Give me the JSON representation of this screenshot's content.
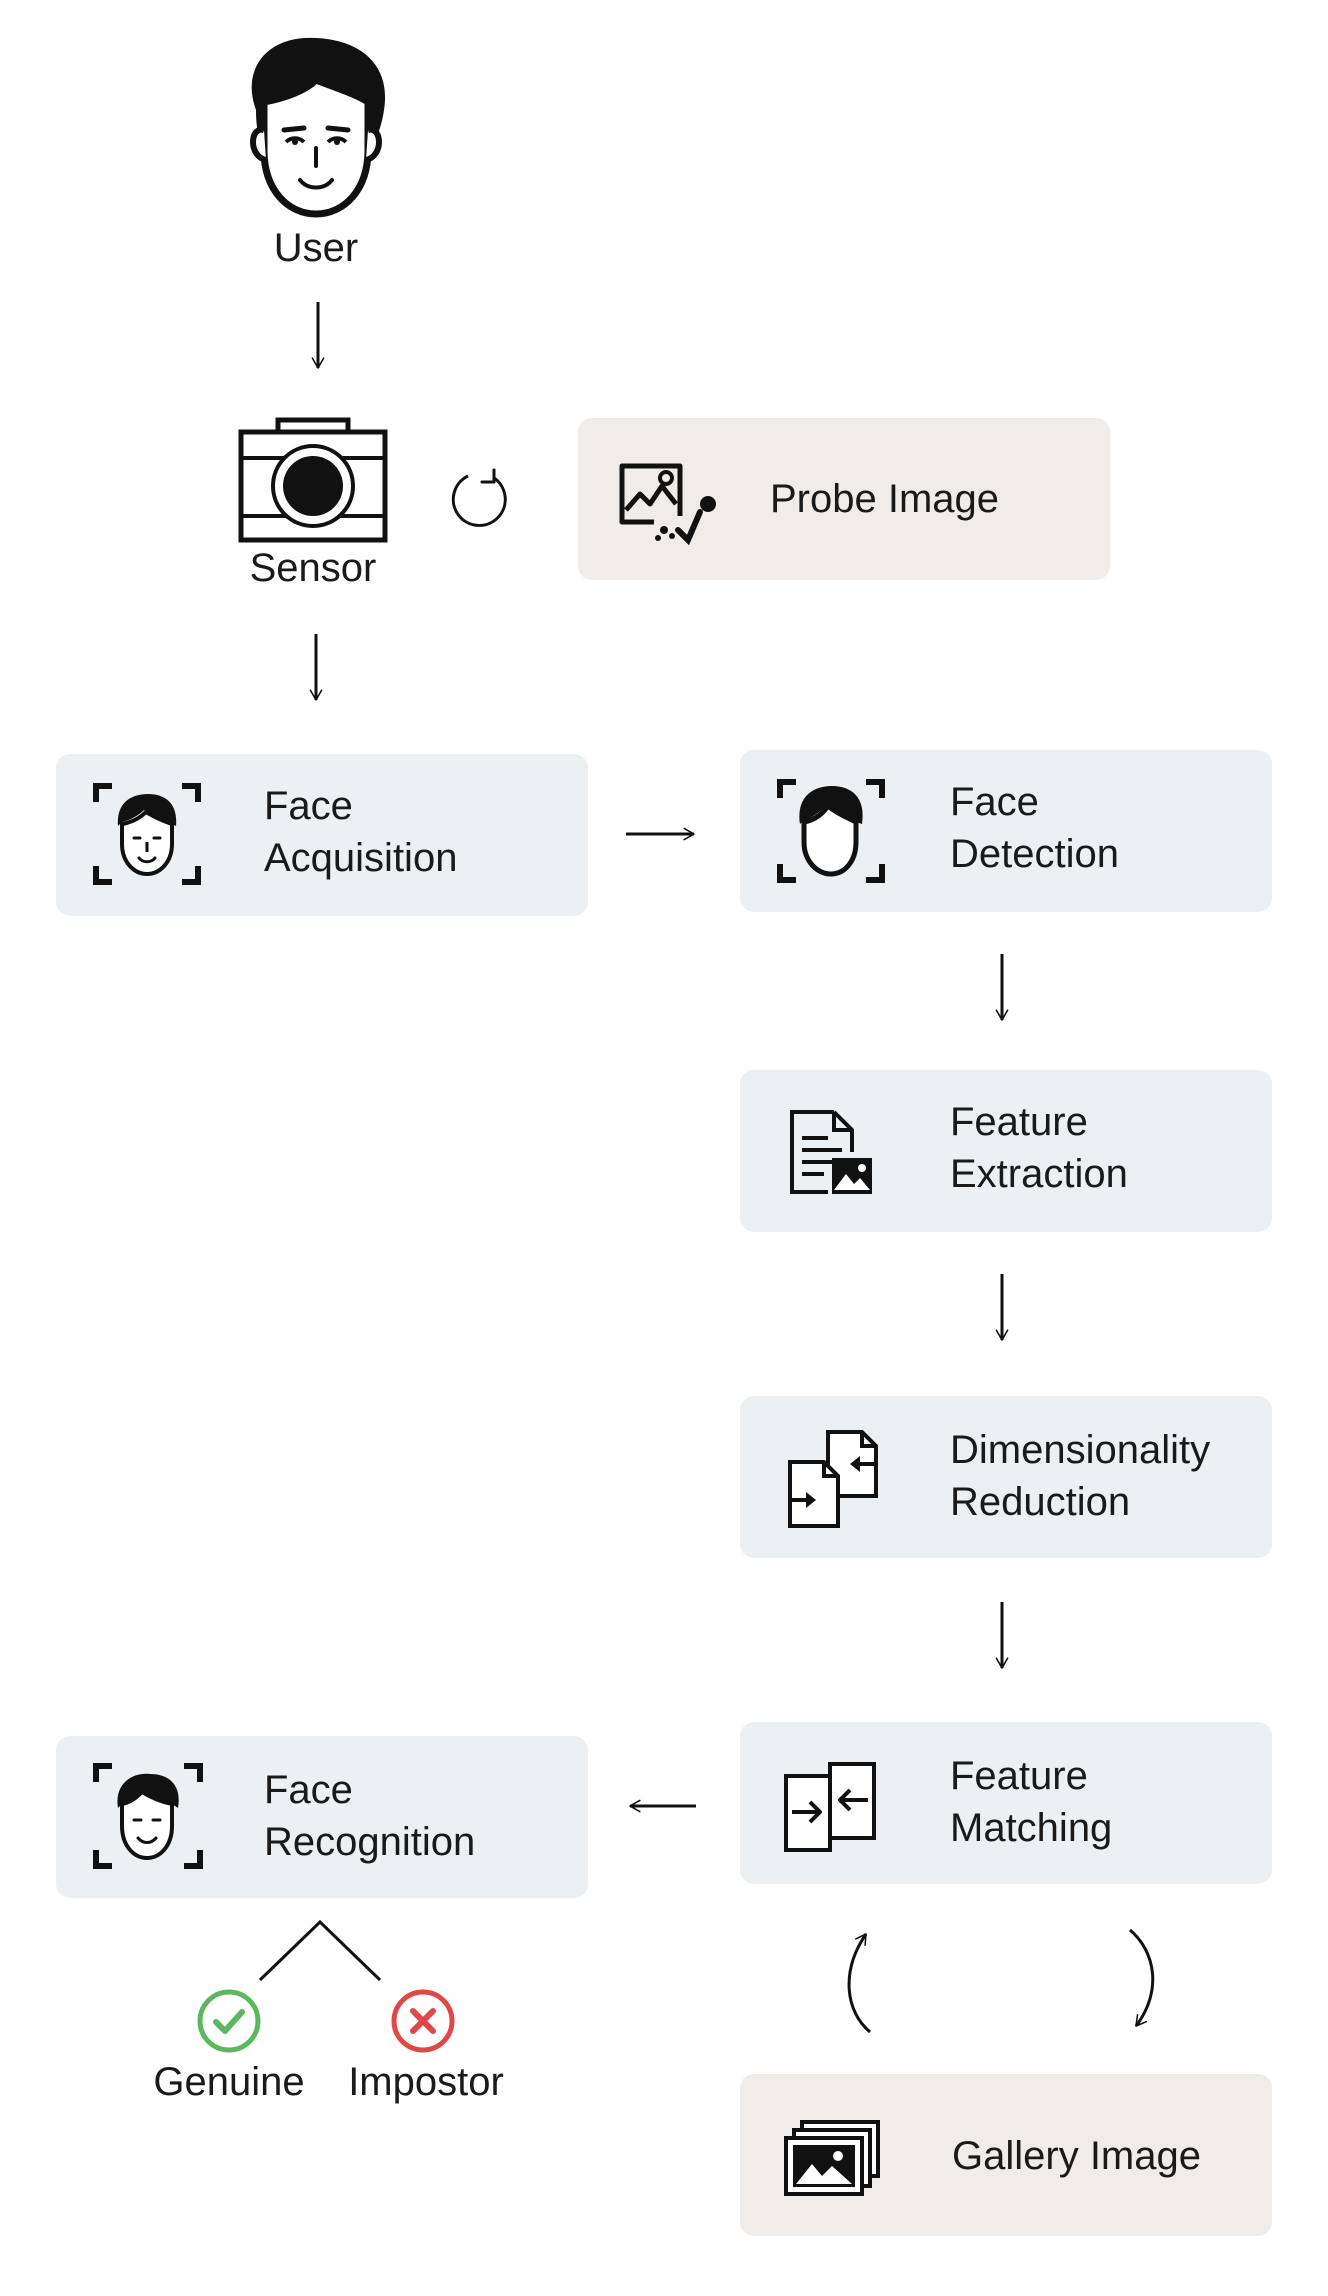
{
  "user": {
    "label": "User"
  },
  "sensor": {
    "label": "Sensor"
  },
  "probe": {
    "label": "Probe Image"
  },
  "face_acquisition": {
    "line1": "Face",
    "line2": "Acquisition"
  },
  "face_detection": {
    "line1": "Face",
    "line2": "Detection"
  },
  "feature_extraction": {
    "line1": "Feature",
    "line2": "Extraction"
  },
  "dimensionality_reduction": {
    "line1": "Dimensionality",
    "line2": "Reduction"
  },
  "feature_matching": {
    "line1": "Feature",
    "line2": "Matching"
  },
  "face_recognition": {
    "line1": "Face",
    "line2": "Recognition"
  },
  "gallery": {
    "label": "Gallery Image"
  },
  "outcomes": {
    "genuine": "Genuine",
    "impostor": "Impostor"
  },
  "colors": {
    "node_fill": "#edf0f3",
    "image_node_fill": "#efecea",
    "genuine": "#5cb85c",
    "impostor": "#e04848",
    "stroke": "#111111"
  },
  "icons": {
    "user": "male-avatar-icon",
    "sensor": "camera-icon",
    "refresh": "refresh-icon",
    "probe": "image-edit-icon",
    "face_acquisition": "face-scan-icon",
    "face_detection": "face-frame-icon",
    "feature_extraction": "document-image-icon",
    "dimensionality_reduction": "document-compress-icon",
    "feature_matching": "compare-icon",
    "face_recognition": "face-id-icon",
    "gallery": "image-gallery-icon",
    "genuine": "check-circle-icon",
    "impostor": "x-circle-icon"
  }
}
